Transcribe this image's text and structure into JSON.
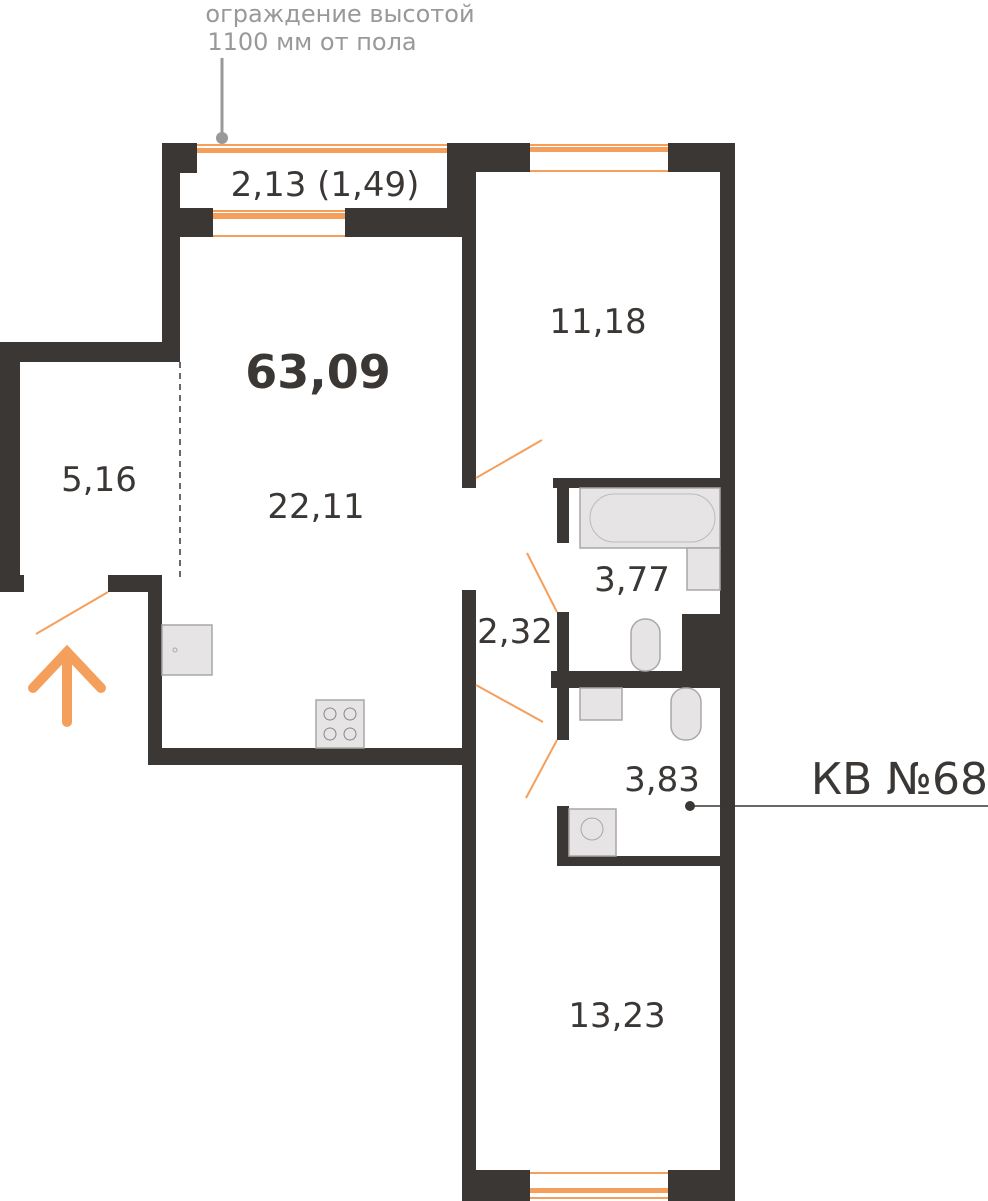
{
  "note": {
    "line1": "ограждение высотой",
    "line2": "1100 мм от пола"
  },
  "total_area": "63,09",
  "rooms": {
    "balcony": "2,13 (1,49)",
    "bedroom_top": "11,18",
    "storage": "5,16",
    "living_kitchen": "22,11",
    "bathroom": "3,77",
    "hall": "2,32",
    "wc": "3,83",
    "bedroom_bottom": "13,23"
  },
  "apartment_label": "КВ №68",
  "colors": {
    "wall": "#3b3735",
    "accent": "#f59f5c",
    "fixture": "#e6e4e4"
  }
}
